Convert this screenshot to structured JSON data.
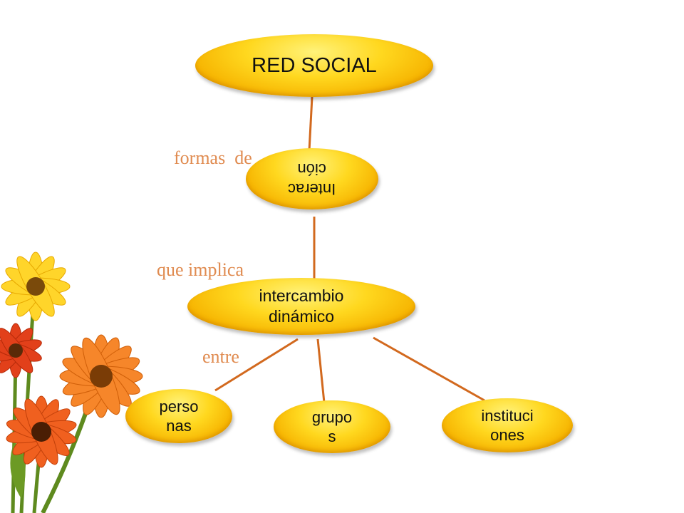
{
  "diagram": {
    "nodes": {
      "root": "RED SOCIAL",
      "interaction": "Interac\nción",
      "exchange": "intercambio\ndinámico",
      "people": "perso\nnas",
      "groups": "grupo\ns",
      "institutions": "instituci\nones"
    },
    "links": {
      "forms_of": "formas  de",
      "implies": "que implica",
      "between": "entre"
    }
  },
  "colors": {
    "node_fill": "#ffd81f",
    "edge": "#d2691e",
    "link_text": "#e08b50"
  }
}
